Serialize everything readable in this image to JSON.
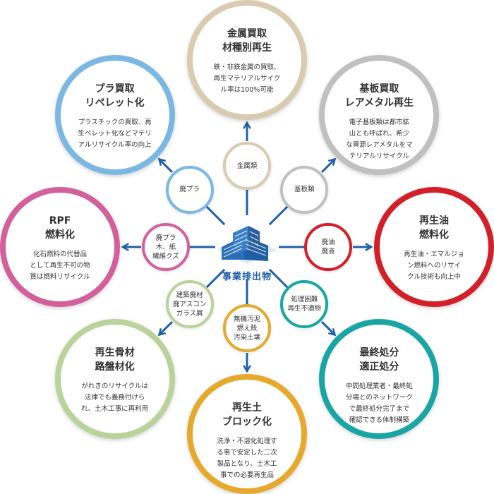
{
  "center": {
    "label": "事業排出物"
  },
  "outer": [
    {
      "title": "金属買取\n材種別再生",
      "desc": "鉄・非鉄金属の買取、\n再生マテリアルサイク\nル率は100%可能",
      "color": "#d9cbb0"
    },
    {
      "title": "基板買取\nレアメタル再生",
      "desc": "電子基板類は都市鉱\n山とも呼ばれ、希少\nな資源レアメタルをマ\nテリアルリサイクル",
      "color": "#c0c0c0"
    },
    {
      "title": "再生油\n燃料化",
      "desc": "再生油・エマルジョ\nン燃料へのリサイ\nクル技術も向上中",
      "color": "#d21f28"
    },
    {
      "title": "最終処分\n適正処分",
      "desc": "中間処理業者・最終処\n分場とのネットワーク\nで最終処分完了まで\n確認できる体制構築",
      "color": "#1aa5a5"
    },
    {
      "title": "再生土\nブロック化",
      "desc": "洗浄・不溶化処理す\nる事で安定した二次\n製品となり、土木工\n事での必要再生品",
      "color": "#e6a92c"
    },
    {
      "title": "再生骨材\n路盤材化",
      "desc": "がれきのリサイクルは\n法律でも義務付けら\nれ、土木工事に再利用",
      "color": "#b9d39a"
    },
    {
      "title": "RPF\n燃料化",
      "desc": "化石燃料の代替品\nとして再生不可の物\n質は燃料リサイクル",
      "color": "#d35f9b"
    },
    {
      "title": "プラ買取\nリペレット化",
      "desc": "プラスチックの買取、再\n生ペレット化などマテリ\nアルリサイクル率の向上",
      "color": "#7ab8e3"
    }
  ],
  "inner": [
    {
      "label": "金属類",
      "color": "#d9cbb0"
    },
    {
      "label": "基板類",
      "color": "#c0c0c0"
    },
    {
      "label": "廃油\n廃液",
      "color": "#d21f28"
    },
    {
      "label": "処理困難\n再生不適物",
      "color": "#1aa5a5"
    },
    {
      "label": "無機汚泥\n燃え殻\n汚染土壌",
      "color": "#e6a92c"
    },
    {
      "label": "建築廃材\n廃アスコン\nガラス屑",
      "color": "#b9d39a"
    },
    {
      "label": "廃プラ\n木、紙\n繊維クズ",
      "color": "#d35f9b"
    },
    {
      "label": "廃プラ",
      "color": "#7ab8e3"
    }
  ],
  "arrow_color": "#1f5fa6"
}
